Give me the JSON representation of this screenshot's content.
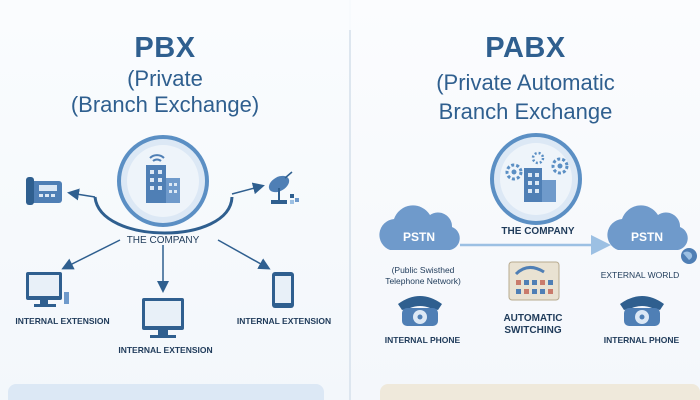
{
  "left": {
    "title": "PBX",
    "subtitle_line1": "(Private",
    "subtitle_line2": "(Branch Exchange)",
    "company_label": "THE COMPANY",
    "ext_left": "INTERNAL EXTENSION",
    "ext_center": "INTERNAL EXTENSION",
    "ext_right": "INTERNAL EXTENSION"
  },
  "right": {
    "title": "PABX",
    "subtitle_line1": "(Private Automatic",
    "subtitle_line2": "Branch Exchange",
    "company_label": "THE COMPANY",
    "pstn_left": "PSTN",
    "pstn_right": "PSTN",
    "pstn_desc_line1": "(Public Swisthed",
    "pstn_desc_line2": "Telephone Network)",
    "external_world": "EXTERNAL WORLD",
    "automatic_line1": "AUTOMATIC",
    "automatic_line2": "SWITCHING",
    "phone_left": "INTERNAL PHONE",
    "phone_right": "INTERNAL PHONE"
  },
  "colors": {
    "primary": "#2f5f8f",
    "accent": "#5b8fc4",
    "light": "#9cc0e3",
    "bottom_left": "#dce8f5",
    "bottom_right": "#efe9db"
  }
}
